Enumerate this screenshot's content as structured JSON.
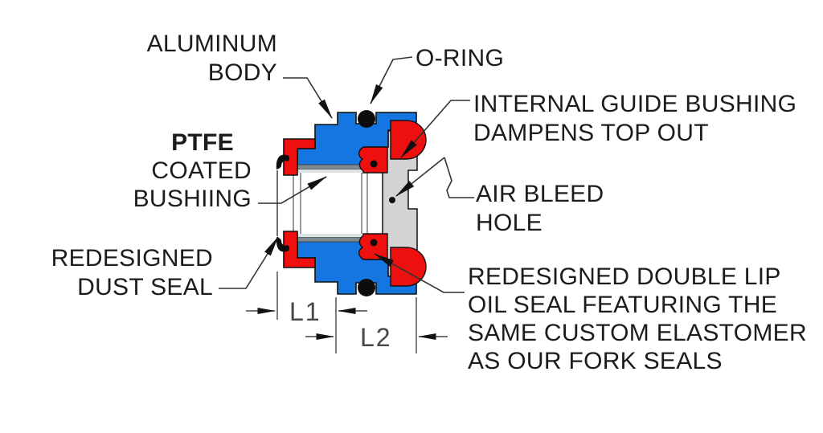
{
  "labels": {
    "aluminum_body": {
      "line1": "ALUMINUM",
      "line2": "BODY"
    },
    "o_ring": {
      "text": "O-RING"
    },
    "internal_guide_bushing": {
      "line1": "INTERNAL GUIDE BUSHING",
      "line2": "DAMPENS TOP OUT"
    },
    "ptfe_bushing": {
      "line1": "PTFE",
      "line2": "COATED",
      "line3": "BUSHIING"
    },
    "air_bleed_hole": {
      "line1": "AIR BLEED",
      "line2": "HOLE"
    },
    "dust_seal": {
      "line1": "REDESIGNED",
      "line2": "DUST SEAL"
    },
    "oil_seal": {
      "line1": "REDESIGNED DOUBLE LIP",
      "line2": "OIL SEAL FEATURING THE",
      "line3": "SAME CUSTOM ELASTOMER",
      "line4": "AS OUR FORK SEALS"
    }
  },
  "dimensions": {
    "l1": "L1",
    "l2": "L2"
  },
  "colors": {
    "background": "#ffffff",
    "body_blue": "#1576e2",
    "seal_red": "#ee0f0f",
    "bushing_gray": "#d3d3d3",
    "lining_dark": "#7f8a90",
    "lining_light": "#dde2e2",
    "oring_black": "#0d0d0d",
    "leader": "#333333",
    "dim_line": "#474747"
  }
}
